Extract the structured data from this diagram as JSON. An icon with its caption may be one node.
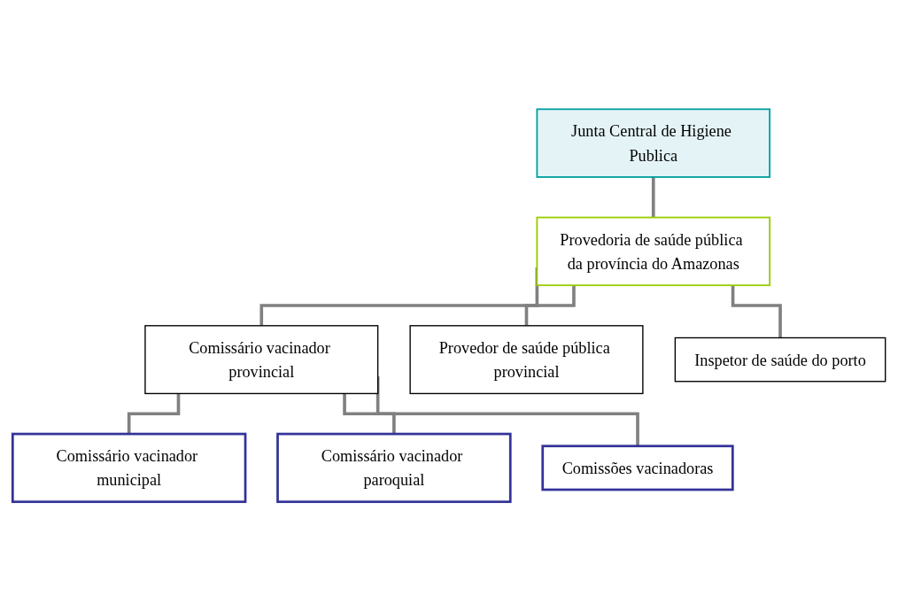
{
  "diagram": {
    "nodes": [
      {
        "text": [
          "Junta Central de Higiene Publica"
        ]
      },
      {
        "text": [
          "Provedoria de saúde pública da província do Amazonas"
        ]
      },
      {
        "text": [
          "Comissário vacinador provincial"
        ]
      },
      {
        "text": [
          "Provedor de saúde pública provincial"
        ]
      },
      {
        "text": [
          "Inspetor de saúde do porto"
        ]
      },
      {
        "text": [
          "Comissário vacinador municipal"
        ]
      },
      {
        "text": [
          "Comissário vacinador paroquial"
        ]
      },
      {
        "text": [
          "Comissões vacinadoras"
        ]
      }
    ],
    "edges": [
      {
        "from": 0,
        "to": 1,
        "arrow": "none"
      },
      {
        "from": 1,
        "to": 2,
        "arrow": "none"
      },
      {
        "from": 1,
        "to": 3,
        "arrow": "none"
      },
      {
        "from": 1,
        "to": 4,
        "arrow": "none"
      },
      {
        "from": 2,
        "to": 5,
        "arrow": "none"
      },
      {
        "from": 2,
        "to": 6,
        "arrow": "none"
      },
      {
        "from": 2,
        "to": 7,
        "arrow": "none"
      }
    ]
  }
}
